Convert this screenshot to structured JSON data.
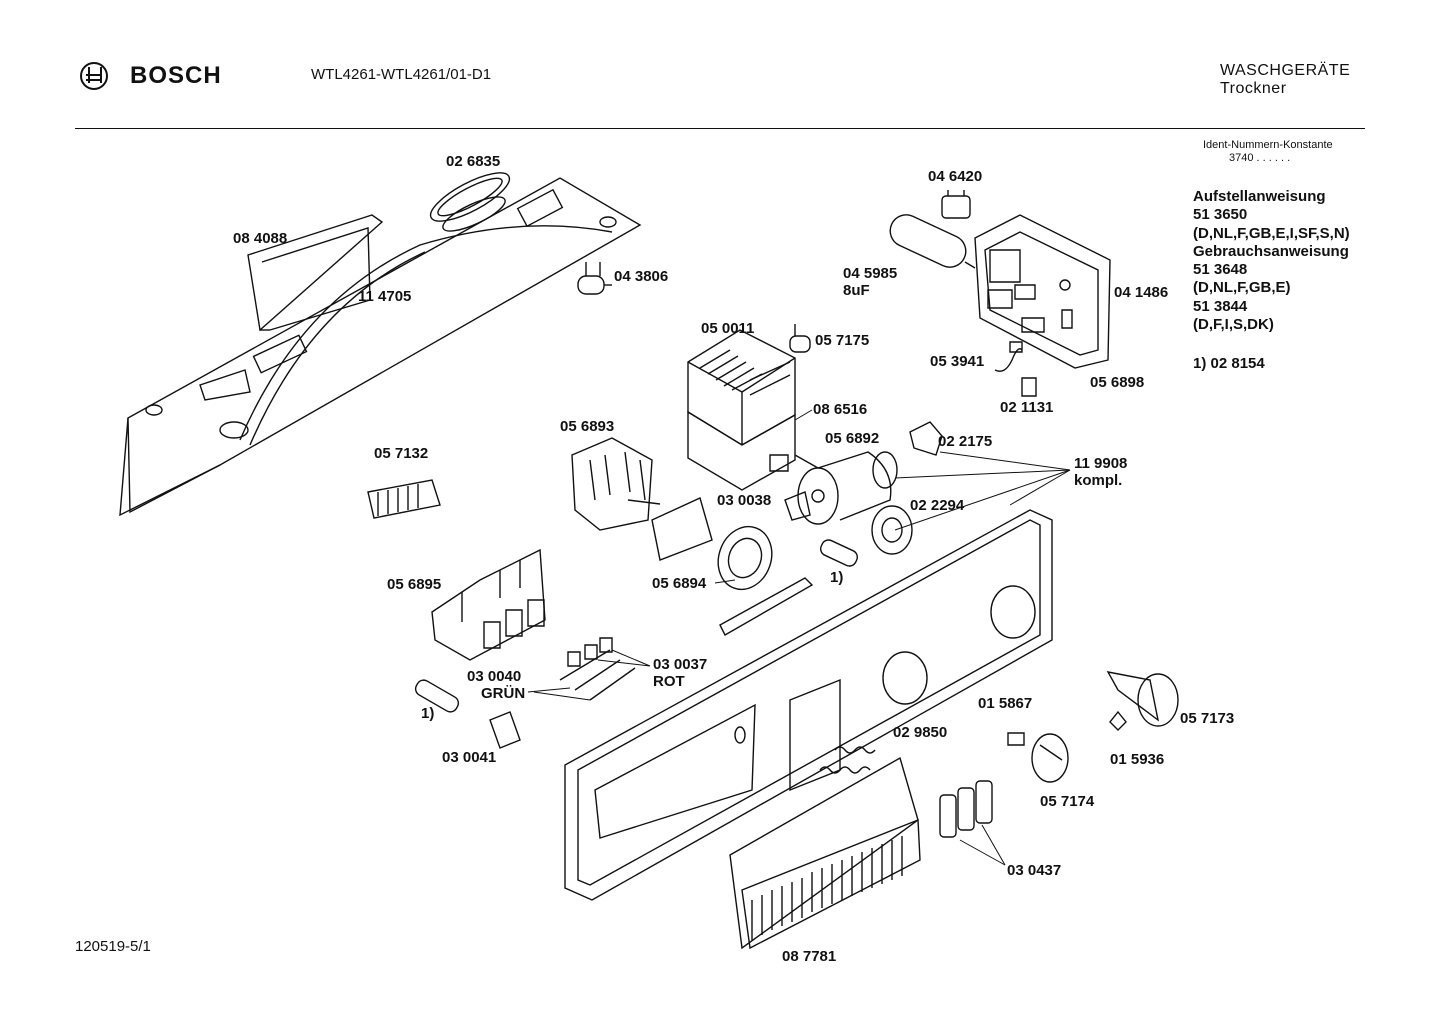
{
  "header": {
    "brand": "BOSCH",
    "model": "WTL4261-WTL4261/01-D1",
    "category_line1": "WASCHGERÄTE",
    "category_line2": "Trockner"
  },
  "sidebar": {
    "ident_title": "Ident-Nummern-Konstante",
    "ident_value": "3740 . .  . . . .",
    "docs": [
      "Aufstellanweisung",
      "51 3650",
      "(D,NL,F,GB,E,I,SF,S,N)",
      "Gebrauchsanweisung",
      "51 3648",
      "(D,NL,F,GB,E)",
      "51 3844",
      "(D,F,I,S,DK)"
    ],
    "footnote": "1)  02 8154"
  },
  "footer": {
    "drawing_number": "120519-5/1"
  },
  "parts": [
    "02 6835",
    "08 4088",
    "04 3806",
    "11 4705",
    "04 6420",
    "04 5985",
    "8uF",
    "04 1486",
    "05 0011",
    "05 7175",
    "05 3941",
    "05 6898",
    "02 1131",
    "08 6516",
    "05 6893",
    "05 6892",
    "02 2175",
    "05 7132",
    "11 9908",
    "kompl.",
    "03 0038",
    "02 2294",
    "05 6894",
    "1)",
    "05 6895",
    "03 0037",
    "ROT",
    "03 0040",
    "GRÜN",
    "1)",
    "03 0041",
    "01 5867",
    "05 7173",
    "02 9850",
    "01 5936",
    "05 7174",
    "03 0437",
    "08 7781"
  ]
}
